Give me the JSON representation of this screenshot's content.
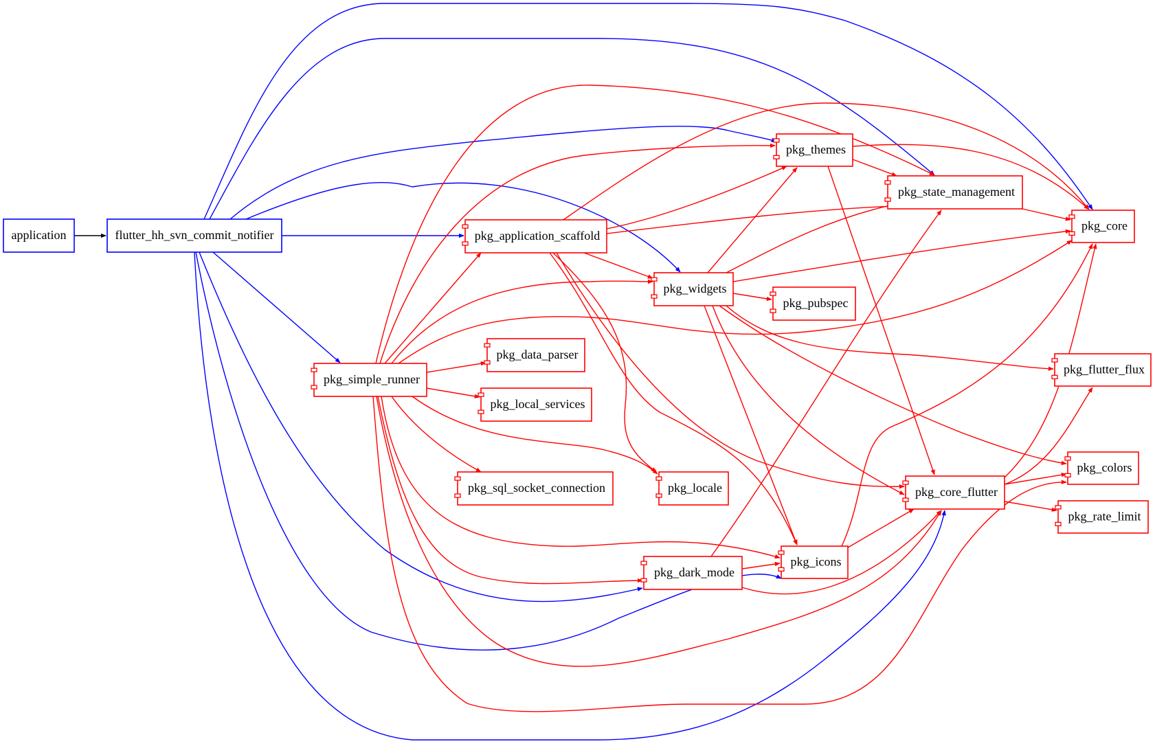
{
  "diagram": {
    "type": "dependency-graph",
    "colors": {
      "app_node": "#0000ff",
      "package_node": "#ff0000",
      "app_edge": "#0000ff",
      "package_edge": "#ff0000",
      "root_edge": "#000000"
    },
    "nodes": [
      {
        "id": "application",
        "label": "application",
        "kind": "app"
      },
      {
        "id": "flutter_hh_svn_commit_notifier",
        "label": "flutter_hh_svn_commit_notifier",
        "kind": "app"
      },
      {
        "id": "pkg_application_scaffold",
        "label": "pkg_application_scaffold",
        "kind": "component"
      },
      {
        "id": "pkg_simple_runner",
        "label": "pkg_simple_runner",
        "kind": "component"
      },
      {
        "id": "pkg_themes",
        "label": "pkg_themes",
        "kind": "component"
      },
      {
        "id": "pkg_state_management",
        "label": "pkg_state_management",
        "kind": "component"
      },
      {
        "id": "pkg_core",
        "label": "pkg_core",
        "kind": "component"
      },
      {
        "id": "pkg_widgets",
        "label": "pkg_widgets",
        "kind": "component"
      },
      {
        "id": "pkg_pubspec",
        "label": "pkg_pubspec",
        "kind": "component"
      },
      {
        "id": "pkg_data_parser",
        "label": "pkg_data_parser",
        "kind": "component"
      },
      {
        "id": "pkg_local_services",
        "label": "pkg_local_services",
        "kind": "component"
      },
      {
        "id": "pkg_flutter_flux",
        "label": "pkg_flutter_flux",
        "kind": "component"
      },
      {
        "id": "pkg_sql_socket_connection",
        "label": "pkg_sql_socket_connection",
        "kind": "component"
      },
      {
        "id": "pkg_locale",
        "label": "pkg_locale",
        "kind": "component"
      },
      {
        "id": "pkg_colors",
        "label": "pkg_colors",
        "kind": "component"
      },
      {
        "id": "pkg_core_flutter",
        "label": "pkg_core_flutter",
        "kind": "component"
      },
      {
        "id": "pkg_rate_limit",
        "label": "pkg_rate_limit",
        "kind": "component"
      },
      {
        "id": "pkg_icons",
        "label": "pkg_icons",
        "kind": "component"
      },
      {
        "id": "pkg_dark_mode",
        "label": "pkg_dark_mode",
        "kind": "component"
      }
    ],
    "edges": [
      {
        "from": "application",
        "to": "flutter_hh_svn_commit_notifier",
        "kind": "root"
      },
      {
        "from": "flutter_hh_svn_commit_notifier",
        "to": "pkg_core",
        "kind": "app"
      },
      {
        "from": "flutter_hh_svn_commit_notifier",
        "to": "pkg_state_management",
        "kind": "app"
      },
      {
        "from": "flutter_hh_svn_commit_notifier",
        "to": "pkg_themes",
        "kind": "app"
      },
      {
        "from": "flutter_hh_svn_commit_notifier",
        "to": "pkg_widgets",
        "kind": "app"
      },
      {
        "from": "flutter_hh_svn_commit_notifier",
        "to": "pkg_application_scaffold",
        "kind": "app"
      },
      {
        "from": "flutter_hh_svn_commit_notifier",
        "to": "pkg_simple_runner",
        "kind": "app"
      },
      {
        "from": "flutter_hh_svn_commit_notifier",
        "to": "pkg_dark_mode",
        "kind": "app"
      },
      {
        "from": "flutter_hh_svn_commit_notifier",
        "to": "pkg_icons",
        "kind": "app"
      },
      {
        "from": "flutter_hh_svn_commit_notifier",
        "to": "pkg_core_flutter",
        "kind": "app"
      },
      {
        "from": "pkg_application_scaffold",
        "to": "pkg_core",
        "kind": "pkg"
      },
      {
        "from": "pkg_application_scaffold",
        "to": "pkg_themes",
        "kind": "pkg"
      },
      {
        "from": "pkg_application_scaffold",
        "to": "pkg_state_management",
        "kind": "pkg"
      },
      {
        "from": "pkg_application_scaffold",
        "to": "pkg_widgets",
        "kind": "pkg"
      },
      {
        "from": "pkg_application_scaffold",
        "to": "pkg_locale",
        "kind": "pkg"
      },
      {
        "from": "pkg_application_scaffold",
        "to": "pkg_icons",
        "kind": "pkg"
      },
      {
        "from": "pkg_application_scaffold",
        "to": "pkg_core_flutter",
        "kind": "pkg"
      },
      {
        "from": "pkg_simple_runner",
        "to": "pkg_state_management",
        "kind": "pkg"
      },
      {
        "from": "pkg_simple_runner",
        "to": "pkg_themes",
        "kind": "pkg"
      },
      {
        "from": "pkg_simple_runner",
        "to": "pkg_application_scaffold",
        "kind": "pkg"
      },
      {
        "from": "pkg_simple_runner",
        "to": "pkg_widgets",
        "kind": "pkg"
      },
      {
        "from": "pkg_simple_runner",
        "to": "pkg_core",
        "kind": "pkg"
      },
      {
        "from": "pkg_simple_runner",
        "to": "pkg_data_parser",
        "kind": "pkg"
      },
      {
        "from": "pkg_simple_runner",
        "to": "pkg_local_services",
        "kind": "pkg"
      },
      {
        "from": "pkg_simple_runner",
        "to": "pkg_sql_socket_connection",
        "kind": "pkg"
      },
      {
        "from": "pkg_simple_runner",
        "to": "pkg_locale",
        "kind": "pkg"
      },
      {
        "from": "pkg_simple_runner",
        "to": "pkg_icons",
        "kind": "pkg"
      },
      {
        "from": "pkg_simple_runner",
        "to": "pkg_dark_mode",
        "kind": "pkg"
      },
      {
        "from": "pkg_simple_runner",
        "to": "pkg_core_flutter",
        "kind": "pkg"
      },
      {
        "from": "pkg_simple_runner",
        "to": "pkg_colors",
        "kind": "pkg"
      },
      {
        "from": "pkg_themes",
        "to": "pkg_core",
        "kind": "pkg"
      },
      {
        "from": "pkg_themes",
        "to": "pkg_state_management",
        "kind": "pkg"
      },
      {
        "from": "pkg_themes",
        "to": "pkg_core_flutter",
        "kind": "pkg"
      },
      {
        "from": "pkg_state_management",
        "to": "pkg_core",
        "kind": "pkg"
      },
      {
        "from": "pkg_widgets",
        "to": "pkg_themes",
        "kind": "pkg"
      },
      {
        "from": "pkg_widgets",
        "to": "pkg_state_management",
        "kind": "pkg"
      },
      {
        "from": "pkg_widgets",
        "to": "pkg_core",
        "kind": "pkg"
      },
      {
        "from": "pkg_widgets",
        "to": "pkg_pubspec",
        "kind": "pkg"
      },
      {
        "from": "pkg_widgets",
        "to": "pkg_flutter_flux",
        "kind": "pkg"
      },
      {
        "from": "pkg_widgets",
        "to": "pkg_colors",
        "kind": "pkg"
      },
      {
        "from": "pkg_widgets",
        "to": "pkg_core_flutter",
        "kind": "pkg"
      },
      {
        "from": "pkg_widgets",
        "to": "pkg_icons",
        "kind": "pkg"
      },
      {
        "from": "pkg_core_flutter",
        "to": "pkg_core",
        "kind": "pkg"
      },
      {
        "from": "pkg_core_flutter",
        "to": "pkg_flutter_flux",
        "kind": "pkg"
      },
      {
        "from": "pkg_core_flutter",
        "to": "pkg_colors",
        "kind": "pkg"
      },
      {
        "from": "pkg_core_flutter",
        "to": "pkg_rate_limit",
        "kind": "pkg"
      },
      {
        "from": "pkg_icons",
        "to": "pkg_core",
        "kind": "pkg"
      },
      {
        "from": "pkg_icons",
        "to": "pkg_core_flutter",
        "kind": "pkg"
      },
      {
        "from": "pkg_dark_mode",
        "to": "pkg_state_management",
        "kind": "pkg"
      },
      {
        "from": "pkg_dark_mode",
        "to": "pkg_icons",
        "kind": "pkg"
      },
      {
        "from": "pkg_dark_mode",
        "to": "pkg_core_flutter",
        "kind": "pkg"
      }
    ]
  }
}
